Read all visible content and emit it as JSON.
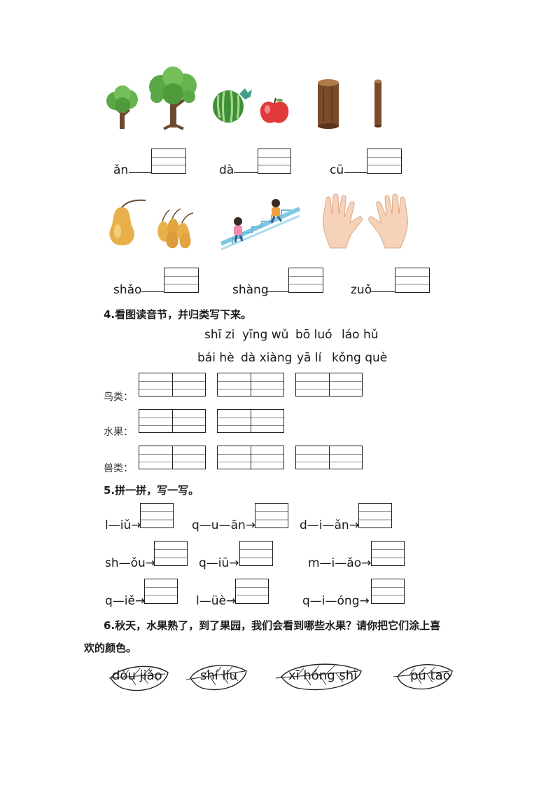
{
  "row1": {
    "labels": [
      "ǎn",
      "dà",
      "cū"
    ]
  },
  "row2": {
    "labels": [
      "shǎo",
      "shàng",
      "zuǒ"
    ]
  },
  "q4": {
    "title": "4.看图读音节，并归类写下来。",
    "syllables_line1": [
      "shī zi",
      "yīng wǔ",
      "bō luó",
      "láo hǔ"
    ],
    "syllables_line2": [
      "bái hè",
      "dà xiàng",
      "yā lí",
      "kǒng què"
    ],
    "categories": [
      "鸟类：",
      "水果：",
      "兽类："
    ]
  },
  "q5": {
    "title": "5.拼一拼，写一写。",
    "items": [
      "l—iǔ→",
      "q—u—ān→",
      "d—i—ǎn→",
      "sh—ǒu→",
      "q—iū→",
      "m—i—ǎo→",
      "q—iě→",
      "l—üè→",
      "q—i—óng→"
    ]
  },
  "q6": {
    "title_line1": "6.秋天，水果熟了，到了果园，我们会看到哪些水果？请你把它们涂上喜",
    "title_line2": "欢的颜色。",
    "leaves": [
      "dòu jiǎo",
      "shí liu",
      "xī hóng shì",
      "pú tao"
    ]
  },
  "colors": {
    "ink": "#1a1a1a",
    "tree_green": "#5aa845",
    "trunk": "#6b4a2e",
    "watermelon": "#3e8f3a",
    "apple": "#e03a3a",
    "wood": "#7a4b2a",
    "pear": "#e8b04a",
    "skin": "#f6d2b8",
    "stair": "#7ec8e3"
  }
}
